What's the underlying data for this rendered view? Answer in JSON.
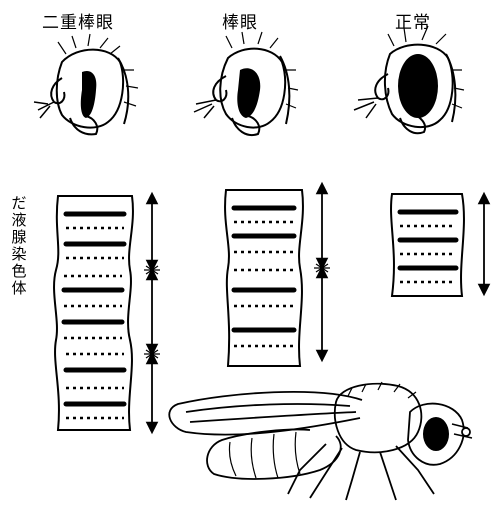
{
  "headings": {
    "double_bar": "二重棒眼",
    "bar": "棒眼",
    "normal": "正常"
  },
  "side_label": {
    "chars": [
      "だ",
      "液",
      "腺",
      "染",
      "色",
      "体"
    ]
  }
}
